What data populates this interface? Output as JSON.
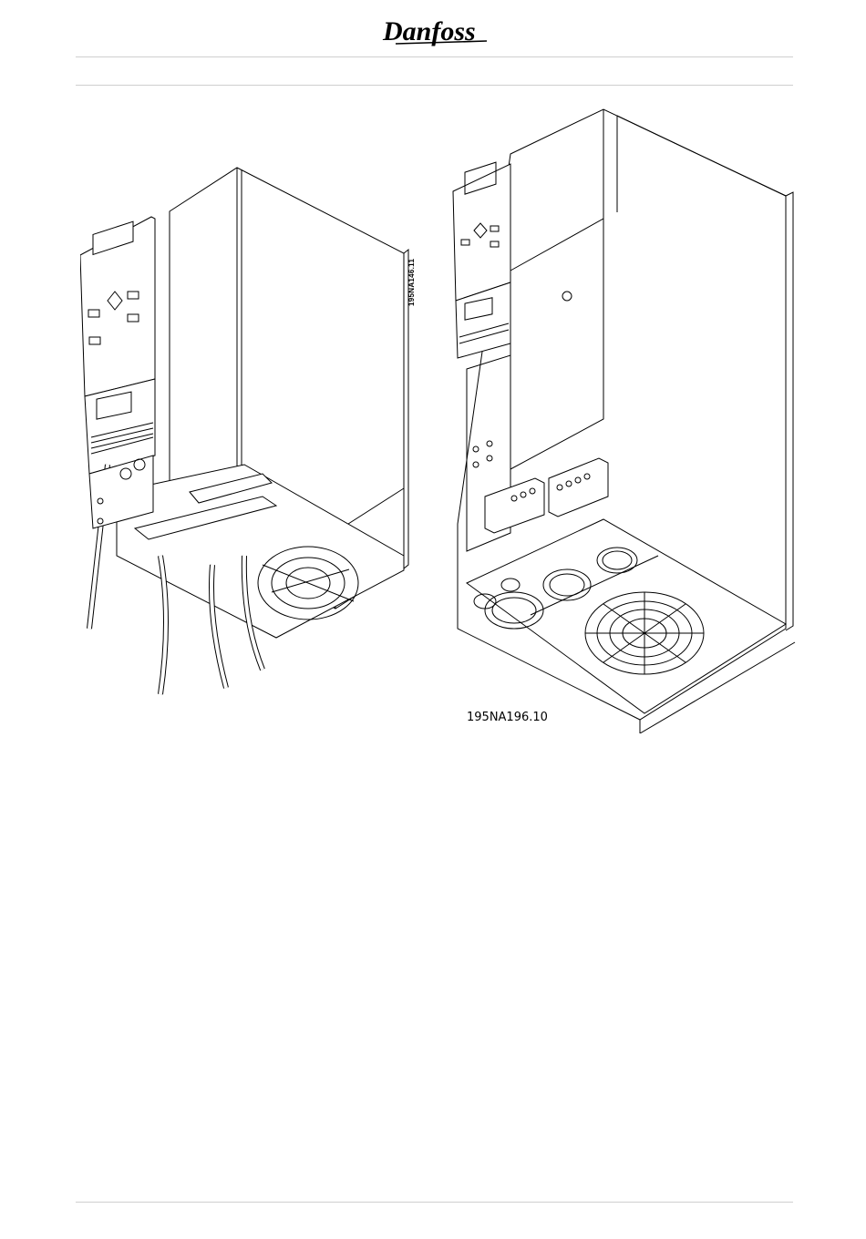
{
  "header": {
    "brand_logo": "Danfoss"
  },
  "figures": [
    {
      "name": "drive-with-cables",
      "code": "195NA146.11",
      "code_orientation": "vertical"
    },
    {
      "name": "drive-open-bottom",
      "code": "195NA196.10",
      "code_orientation": "horizontal"
    }
  ]
}
